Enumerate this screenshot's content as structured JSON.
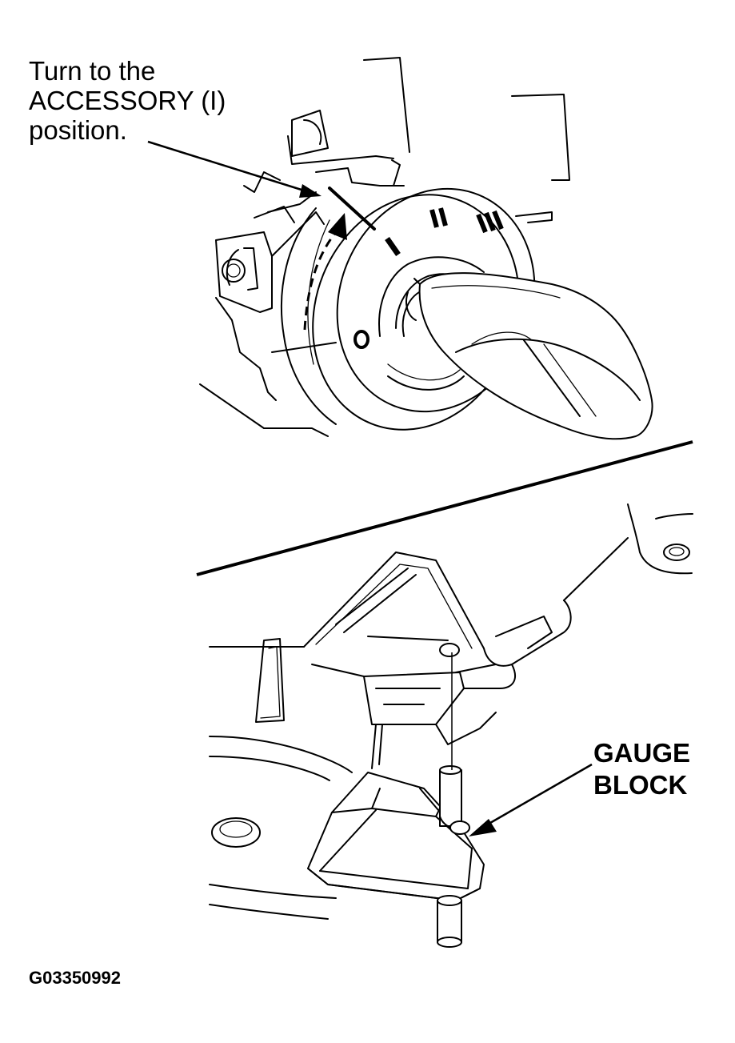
{
  "callouts": {
    "accessory": {
      "line1": "Turn to the",
      "line2": "ACCESSORY (I)",
      "line3": "position."
    },
    "gauge_block": {
      "line1": "GAUGE",
      "line2": "BLOCK"
    }
  },
  "switch_markings": {
    "off": "O",
    "accessory": "I",
    "on": "II",
    "start": "III"
  },
  "figure_id": "G03350992",
  "colors": {
    "ink": "#000000",
    "paper": "#ffffff"
  }
}
